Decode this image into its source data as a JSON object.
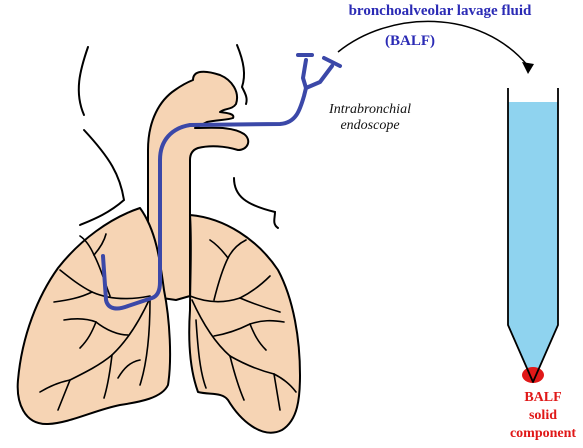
{
  "title_line1": "bronchoalveolar lavage fluid",
  "title_line2": "(BALF)",
  "endoscope_label_line1": "Intrabronchial",
  "endoscope_label_line2": "endoscope",
  "solid_label_line1": "BALF",
  "solid_label_line2": "solid",
  "solid_label_line3": "component",
  "colors": {
    "tissue_fill": "#f6d4b4",
    "outline": "#000000",
    "endoscope": "#3b48a8",
    "fluid": "#8fd3ef",
    "sediment": "#e01818",
    "label_blue": "#2b2bb5",
    "label_red": "#e01818"
  },
  "icons": [
    "lungs-illustration",
    "endoscope-tube",
    "collection-tube",
    "flow-arrow"
  ]
}
